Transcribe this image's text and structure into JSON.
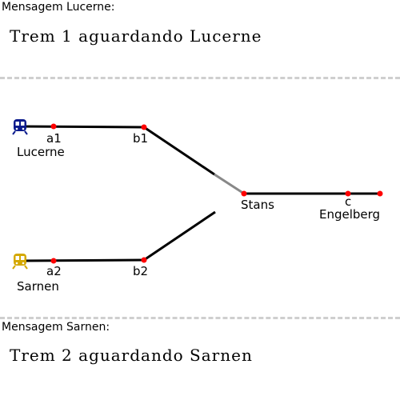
{
  "lucerne_panel": {
    "heading": "Mensagem Lucerne:",
    "message": "Trem 1 aguardando Lucerne"
  },
  "sarnen_panel": {
    "heading": "Mensagem Sarnen:",
    "message": "Trem 2 aguardando Sarnen"
  },
  "track_map": {
    "labels": {
      "a1": "a1",
      "b1": "b1",
      "lucerne": "Lucerne",
      "a2": "a2",
      "b2": "b2",
      "sarnen": "Sarnen",
      "stans": "Stans",
      "c": "c",
      "engelberg": "Engelberg"
    },
    "trains": [
      {
        "name": "Trem 1",
        "icon": "train-icon",
        "color": "#0a1a8c"
      },
      {
        "name": "Trem 2",
        "icon": "train-icon",
        "color": "#d4a800"
      }
    ],
    "colors": {
      "track": "#000000",
      "switch_active": "#888888",
      "station": "#ff0000"
    }
  }
}
